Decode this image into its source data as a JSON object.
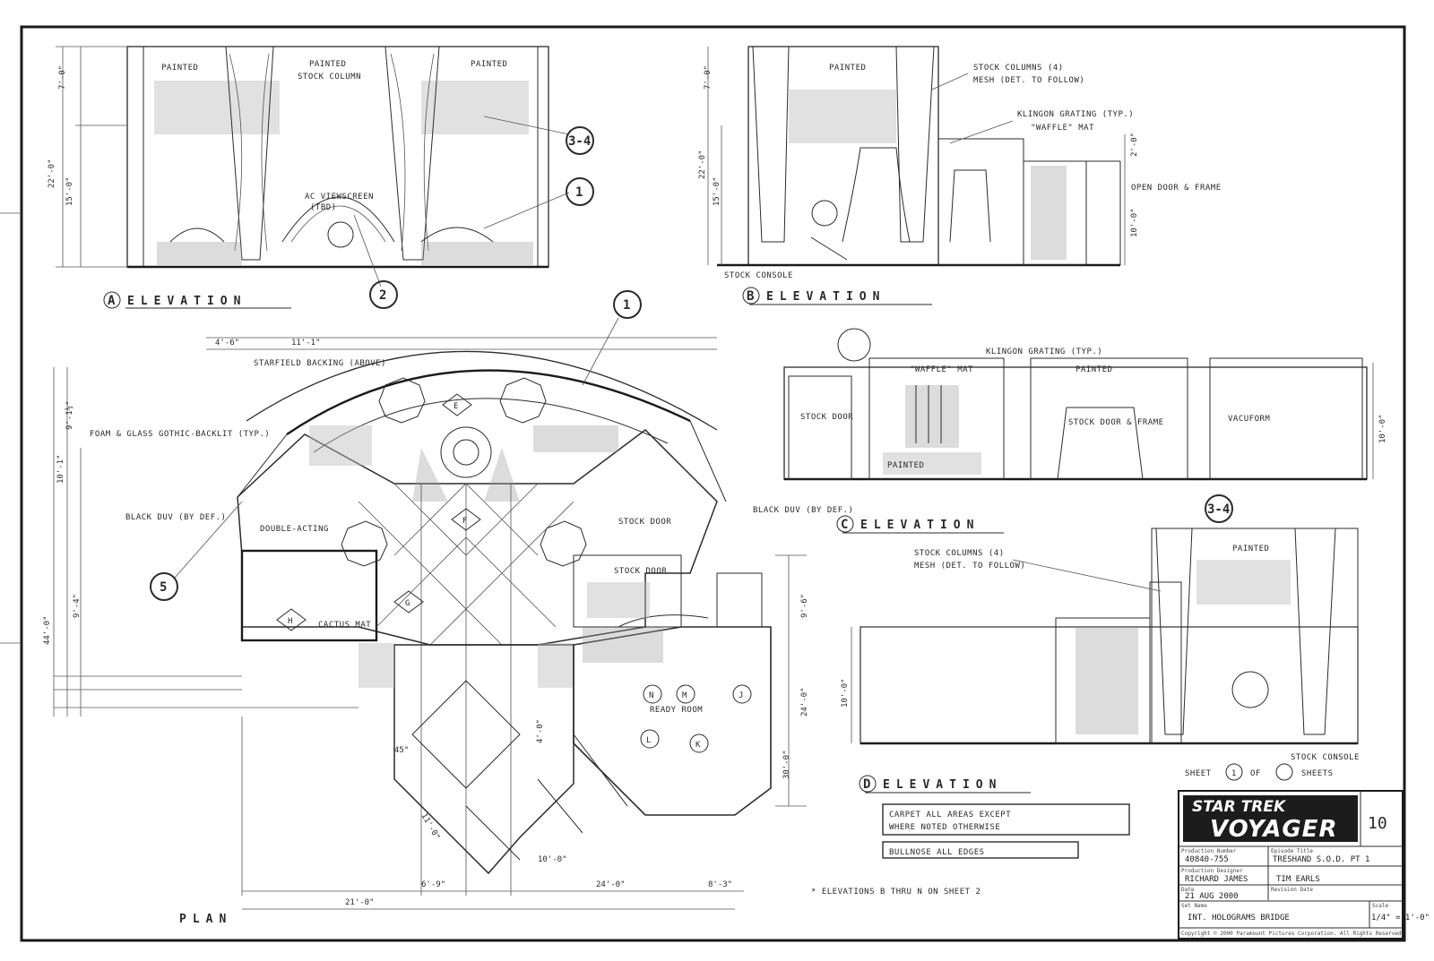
{
  "colors": {
    "paper": "#ffffff",
    "ink": "#2b2b2b",
    "logo_bg": "#1c1c1c"
  },
  "views": {
    "elevation_a": {
      "letter": "A",
      "title": "ELEVATION",
      "notes": [
        "PAINTED",
        "PAINTED",
        "PAINTED",
        "STOCK COLUMN",
        "AC VIEWSCREEN",
        "(TBD)"
      ],
      "dims": [
        "7'-0\"",
        "22'-0\"",
        "15'-0\""
      ],
      "callouts": [
        "3-4",
        "1",
        "2"
      ]
    },
    "elevation_b": {
      "letter": "B",
      "title": "ELEVATION",
      "notes": [
        "PAINTED",
        "STOCK COLUMNS (4)",
        "MESH (DET. TO FOLLOW)",
        "KLINGON GRATING (TYP.)",
        "\"WAFFLE\" MAT",
        "OPEN DOOR & FRAME",
        "STOCK CONSOLE"
      ],
      "dims": [
        "7'-0\"",
        "22'-0\"",
        "15'-0\"",
        "2'-0\"",
        "10'-0\""
      ]
    },
    "elevation_c": {
      "letter": "C",
      "title": "ELEVATION",
      "notes": [
        "KLINGON GRATING (TYP.)",
        "\"WAFFLE\" MAT",
        "PAINTED",
        "STOCK DOOR",
        "STOCK DOOR & FRAME",
        "VACUFORM",
        "PAINTED"
      ],
      "dims": [
        "10'-0\""
      ]
    },
    "elevation_d": {
      "letter": "D",
      "title": "ELEVATION",
      "notes": [
        "STOCK COLUMNS (4)",
        "MESH (DET. TO FOLLOW)",
        "PAINTED",
        "STOCK CONSOLE"
      ],
      "dims": [
        "10'-0\""
      ],
      "callouts": [
        "3-4"
      ]
    },
    "plan": {
      "title": "PLAN",
      "notes": [
        "STARFIELD BACKING (ABOVE)",
        "FOAM & GLASS GOTHIC-BACKLIT (TYP.)",
        "BLACK DUV (BY DEF.)",
        "DOUBLE-ACTING",
        "BLACK DUV (BY DEF.)",
        "CACTUS MAT",
        "STOCK DOOR",
        "STOCK DOOR",
        "READY ROOM",
        "CARPET ALL AREAS EXCEPT",
        "WHERE NOTED OTHERWISE",
        "BULLNOSE ALL EDGES",
        "* ELEVATIONS B THRU N ON SHEET 2"
      ],
      "dims": [
        "4'-6\"",
        "11'-1\"",
        "9'-1½\"",
        "10'-1\"",
        "44'-0\"",
        "9'-4\"",
        "45°",
        "11'-0\"",
        "6'-9\"",
        "24'-0\"",
        "8'-3\"",
        "21'-0\"",
        "10'-0\"",
        "9'-6\"",
        "24'-0\"",
        "30'-0\"",
        "4'-0\""
      ],
      "markers": [
        "E",
        "F",
        "G",
        "H",
        "N",
        "M",
        "J",
        "K",
        "L"
      ],
      "callouts": [
        "2",
        "1",
        "5"
      ]
    }
  },
  "sheet": {
    "label": "SHEET",
    "number": "1",
    "of": "OF",
    "total": "",
    "suffix": "SHEETS"
  },
  "title_block": {
    "logo_line1": "STAR TREK",
    "logo_line2": "VOYAGER",
    "page_no": "10",
    "production_number_label": "Production Number",
    "production_number": "40840-755",
    "episode_label": "Episode Title",
    "episode": "TRESHAND S.O.D. PT 1",
    "designer_label": "Production Designer",
    "designer": "RICHARD JAMES",
    "draftsman": "TIM EARLS",
    "date_label": "Date",
    "date": "21 AUG 2000",
    "revision_label": "Revision Date",
    "set_name_label": "Set Name",
    "set_name": "INT. HOLOGRAMS BRIDGE",
    "scale_label": "Scale",
    "scale": "1/4\" = 1'-0\"",
    "copyright": "Copyright © 2000 Paramount Pictures Corporation. All Rights Reserved."
  }
}
